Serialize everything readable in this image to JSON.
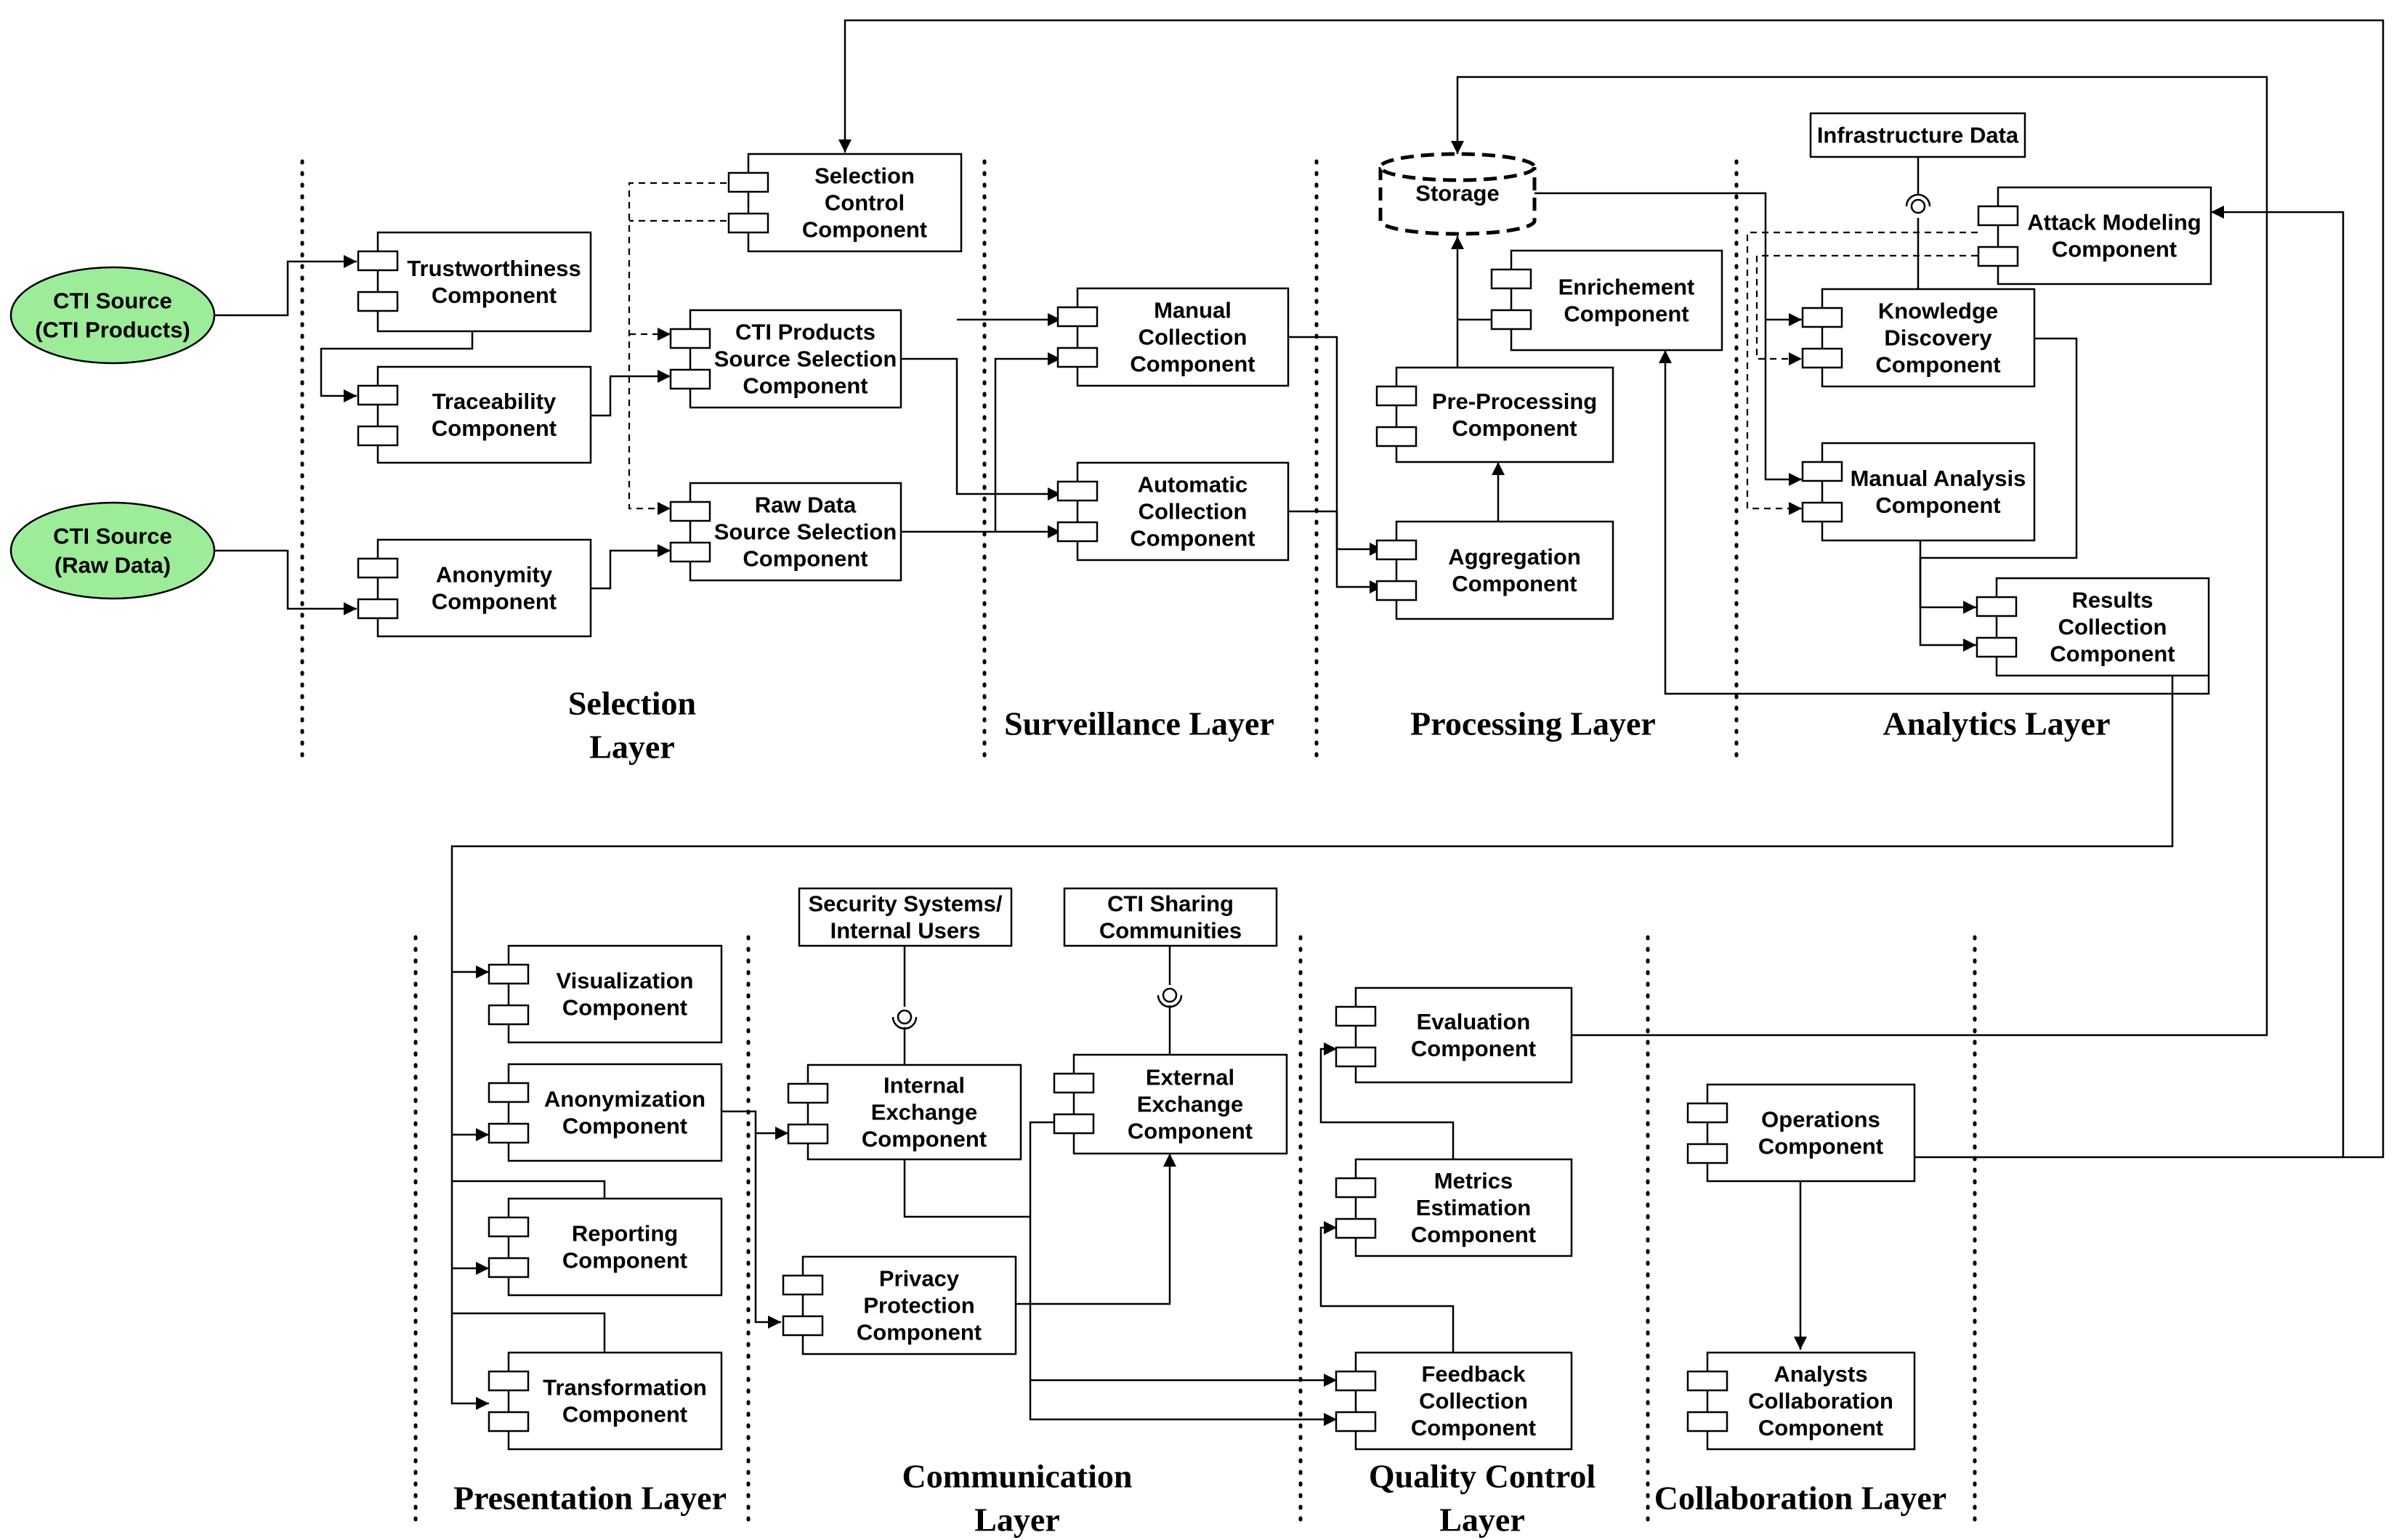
{
  "sources": {
    "cti_products": [
      "CTI Source",
      "(CTI Products)"
    ],
    "raw_data": [
      "CTI Source",
      "(Raw Data)"
    ]
  },
  "components": {
    "trustworthiness": [
      "Trustworthiness",
      "Component"
    ],
    "traceability": [
      "Traceability",
      "Component"
    ],
    "anonymity": [
      "Anonymity",
      "Component"
    ],
    "selection_control": [
      "Selection",
      "Control",
      "Component"
    ],
    "cti_products_source_selection": [
      "CTI Products",
      "Source Selection",
      "Component"
    ],
    "raw_data_source_selection": [
      "Raw Data",
      "Source Selection",
      "Component"
    ],
    "manual_collection": [
      "Manual",
      "Collection",
      "Component"
    ],
    "automatic_collection": [
      "Automatic",
      "Collection",
      "Component"
    ],
    "storage": [
      "Storage"
    ],
    "enrichement": [
      "Enrichement",
      "Component"
    ],
    "pre_processing": [
      "Pre-Processing",
      "Component"
    ],
    "aggregation": [
      "Aggregation",
      "Component"
    ],
    "infrastructure_data": [
      "Infrastructure Data"
    ],
    "attack_modeling": [
      "Attack Modeling",
      "Component"
    ],
    "knowledge_discovery": [
      "Knowledge",
      "Discovery",
      "Component"
    ],
    "manual_analysis": [
      "Manual Analysis",
      "Component"
    ],
    "results_collection": [
      "Results",
      "Collection",
      "Component"
    ],
    "visualization": [
      "Visualization",
      "Component"
    ],
    "anonymization": [
      "Anonymization",
      "Component"
    ],
    "reporting": [
      "Reporting",
      "Component"
    ],
    "transformation": [
      "Transformation",
      "Component"
    ],
    "security_systems": [
      "Security Systems/",
      "Internal Users"
    ],
    "cti_sharing": [
      "CTI Sharing",
      "Communities"
    ],
    "internal_exchange": [
      "Internal",
      "Exchange",
      "Component"
    ],
    "external_exchange": [
      "External",
      "Exchange",
      "Component"
    ],
    "privacy_protection": [
      "Privacy",
      "Protection",
      "Component"
    ],
    "evaluation": [
      "Evaluation",
      "Component"
    ],
    "metrics_estimation": [
      "Metrics",
      "Estimation",
      "Component"
    ],
    "feedback_collection": [
      "Feedback",
      "Collection",
      "Component"
    ],
    "operations": [
      "Operations",
      "Component"
    ],
    "analysts_collaboration": [
      "Analysts",
      "Collaboration",
      "Component"
    ]
  },
  "layers": {
    "selection": [
      "Selection",
      "Layer"
    ],
    "surveillance": [
      "Surveillance Layer"
    ],
    "processing": [
      "Processing Layer"
    ],
    "analytics": [
      "Analytics Layer"
    ],
    "presentation": [
      "Presentation Layer"
    ],
    "communication": [
      "Communication",
      "Layer"
    ],
    "quality_control": [
      "Quality Control",
      "Layer"
    ],
    "collaboration": [
      "Collaboration Layer"
    ]
  }
}
